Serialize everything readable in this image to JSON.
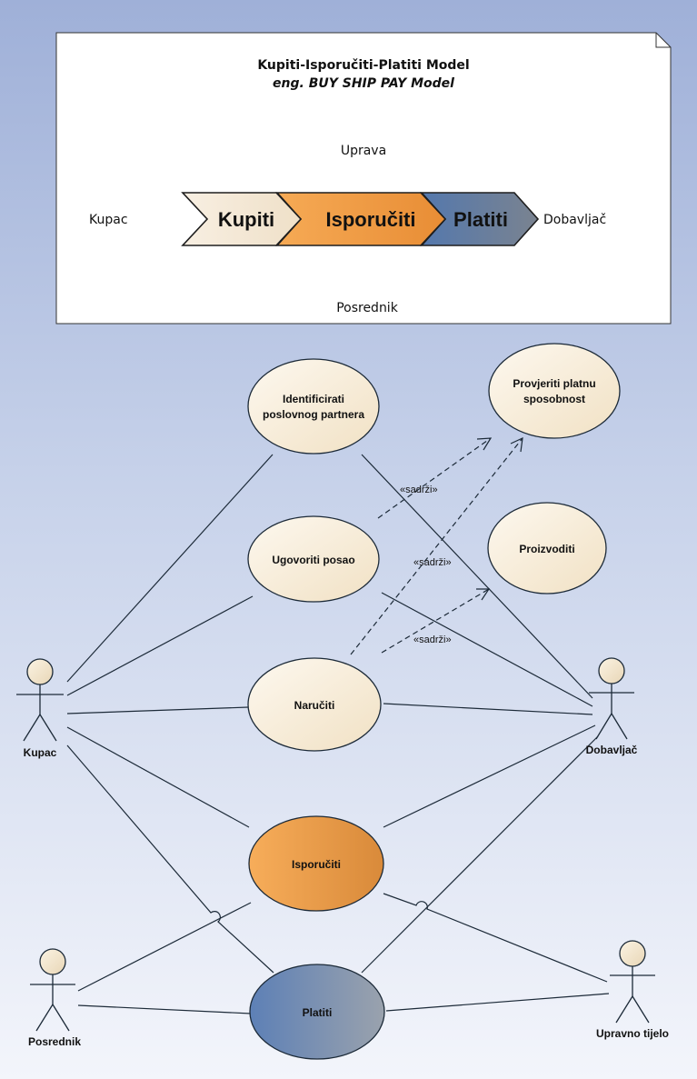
{
  "note": {
    "title": "Kupiti-Isporučiti-Platiti Model",
    "subtitle": "eng. BUY SHIP PAY Model",
    "top_label": "Uprava",
    "left_label": "Kupac",
    "right_label": "Dobavljač",
    "bottom_label": "Posrednik",
    "chevrons": [
      "Kupiti",
      "Isporučiti",
      "Platiti"
    ]
  },
  "use_cases": {
    "identify": [
      "Identificirati",
      "poslovnog partnera"
    ],
    "check_pay": [
      "Provjeriti platnu",
      "sposobnost"
    ],
    "negotiate": "Ugovoriti posao",
    "produce": "Proizvoditi",
    "order": "Naručiti",
    "deliver": "Isporučiti",
    "pay": "Platiti"
  },
  "stereotypes": [
    "«sadrži»",
    "«sadrži»",
    "«sadrži»"
  ],
  "actors": {
    "kupac": "Kupac",
    "dobavljac": "Dobavljač",
    "posrednik": "Posrednik",
    "upravno": "Upravno tijelo"
  },
  "colors": {
    "usecase_fill": "#f8efdd",
    "deliver_fill": "#f4a653",
    "pay_fill": "#6b8ab8",
    "line": "#1c2a38",
    "chevron_buy": "#f6ecdc",
    "chevron_ship": "#f1a24f",
    "chevron_pay": "#5b7fb0"
  }
}
